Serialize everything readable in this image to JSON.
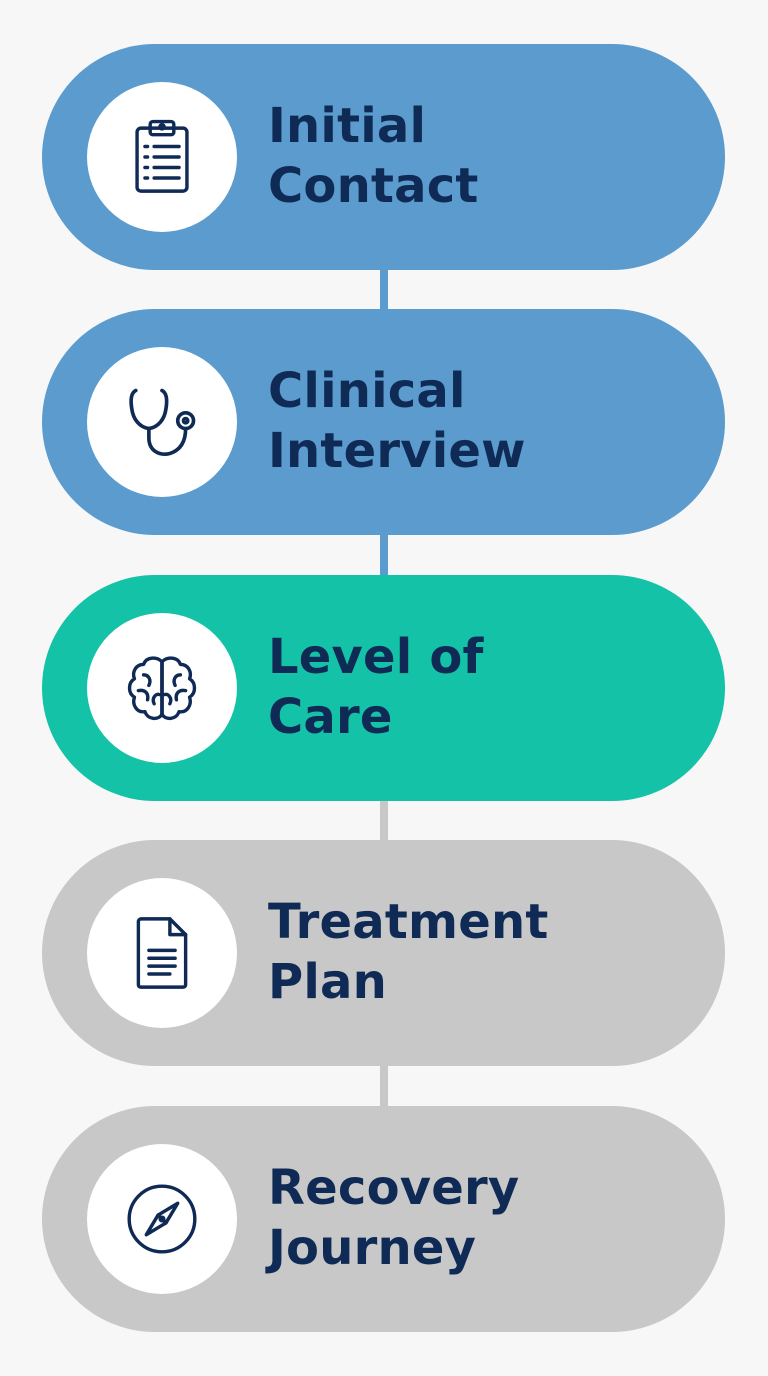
{
  "colors": {
    "completed": "#5b9bcd",
    "current": "#14c3a7",
    "upcoming": "#c8c8c9",
    "text": "#0f2a55",
    "icon_bg": "#ffffff"
  },
  "stages": [
    {
      "line1": "Initial",
      "line2": "Contact",
      "status": "completed",
      "icon": "clipboard-icon"
    },
    {
      "line1": "Clinical",
      "line2": "Interview",
      "status": "completed",
      "icon": "stethoscope-icon"
    },
    {
      "line1": "Level of",
      "line2": "Care",
      "status": "current",
      "icon": "brain-icon"
    },
    {
      "line1": "Treatment",
      "line2": "Plan",
      "status": "upcoming",
      "icon": "document-icon"
    },
    {
      "line1": "Recovery",
      "line2": "Journey",
      "status": "upcoming",
      "icon": "compass-icon"
    }
  ]
}
